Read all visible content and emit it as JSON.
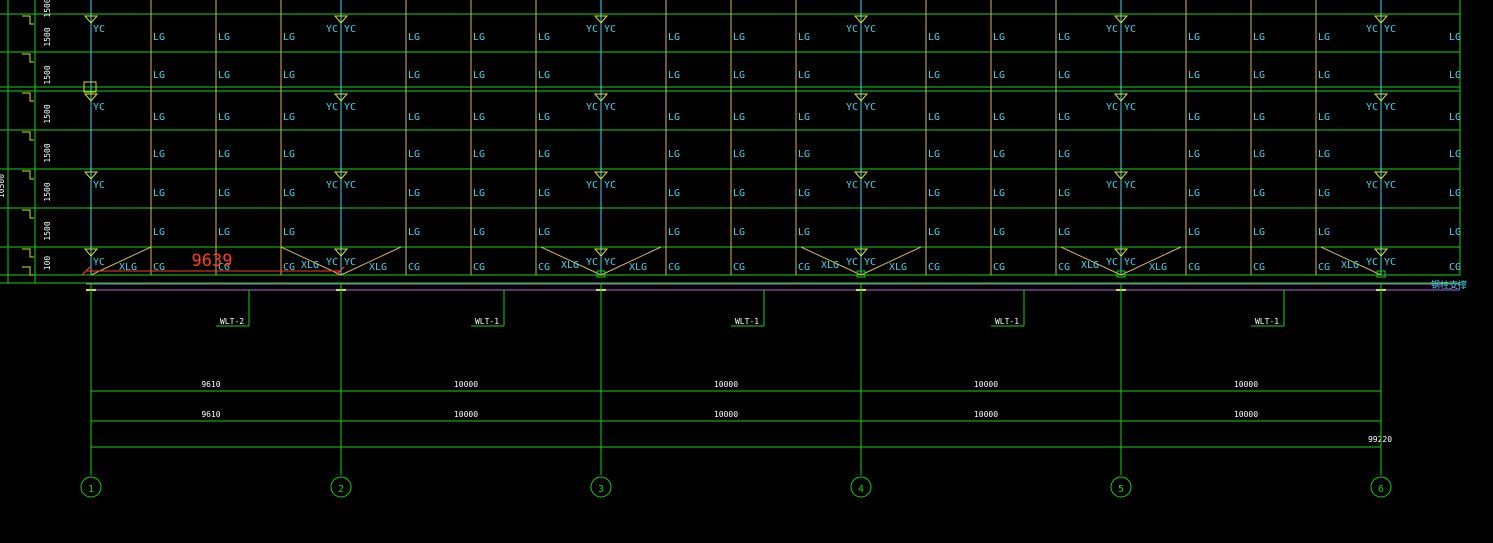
{
  "colors": {
    "grid": "#14d214",
    "column": "#44d8ee",
    "brace": "#d8b45a",
    "label": "#3fd6ec",
    "marker": "#dede22",
    "dim": "#ff3c22",
    "base": "#b066e0",
    "text": "#ffffff"
  },
  "labels": {
    "yc": "YC",
    "lg": "LG",
    "cg": "CG",
    "xlg": "XLG"
  },
  "measured_dimension": "9639",
  "left_spacings": [
    "100",
    "1500",
    "1500",
    "1500",
    "1500",
    "1500",
    "1500",
    "1500"
  ],
  "left_total": "10500",
  "legend_text": "钢柱支撑",
  "frames": [
    "WLT-2",
    "WLT-1",
    "WLT-1",
    "WLT-1",
    "WLT-1"
  ],
  "dim_row1": [
    "9610",
    "10000",
    "10000",
    "10000",
    "10000"
  ],
  "dim_row2": [
    "9610",
    "10000",
    "10000",
    "10000",
    "10000"
  ],
  "overall_dim": "99220",
  "axes": [
    "1",
    "2",
    "3",
    "4",
    "5",
    "6"
  ]
}
